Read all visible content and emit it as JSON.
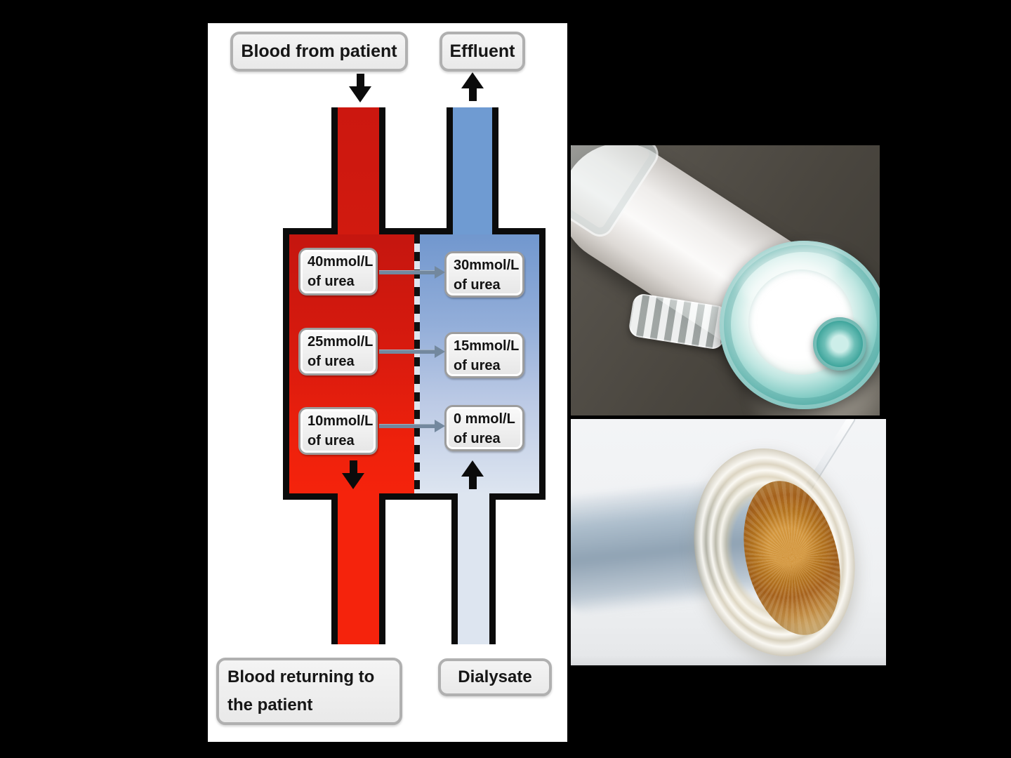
{
  "diagram": {
    "top_labels": {
      "blood_from_patient": "Blood from patient",
      "effluent": "Effluent"
    },
    "bottom_labels": {
      "blood_returning": "Blood returning to the patient",
      "dialysate": "Dialysate"
    },
    "membrane_rows": [
      {
        "blood": {
          "value": "40mmol/L",
          "unit": "of urea"
        },
        "dialysate": {
          "value": "30mmol/L",
          "unit": "of urea"
        }
      },
      {
        "blood": {
          "value": "25mmol/L",
          "unit": "of urea"
        },
        "dialysate": {
          "value": "15mmol/L",
          "unit": "of urea"
        }
      },
      {
        "blood": {
          "value": "10mmol/L",
          "unit": "of urea"
        },
        "dialysate": {
          "value": "0 mmol/L",
          "unit": "of urea"
        }
      }
    ],
    "colors": {
      "blood_dark": "#c5160f",
      "blood_bright": "#f5230c",
      "dialysate_dark": "#6f9bd2",
      "dialysate_light": "#dde5f0",
      "outline": "#0b0b0b",
      "transfer_arrow": "#73889e",
      "label_fill": "#efefef",
      "label_border": "#b0b0b0"
    }
  }
}
